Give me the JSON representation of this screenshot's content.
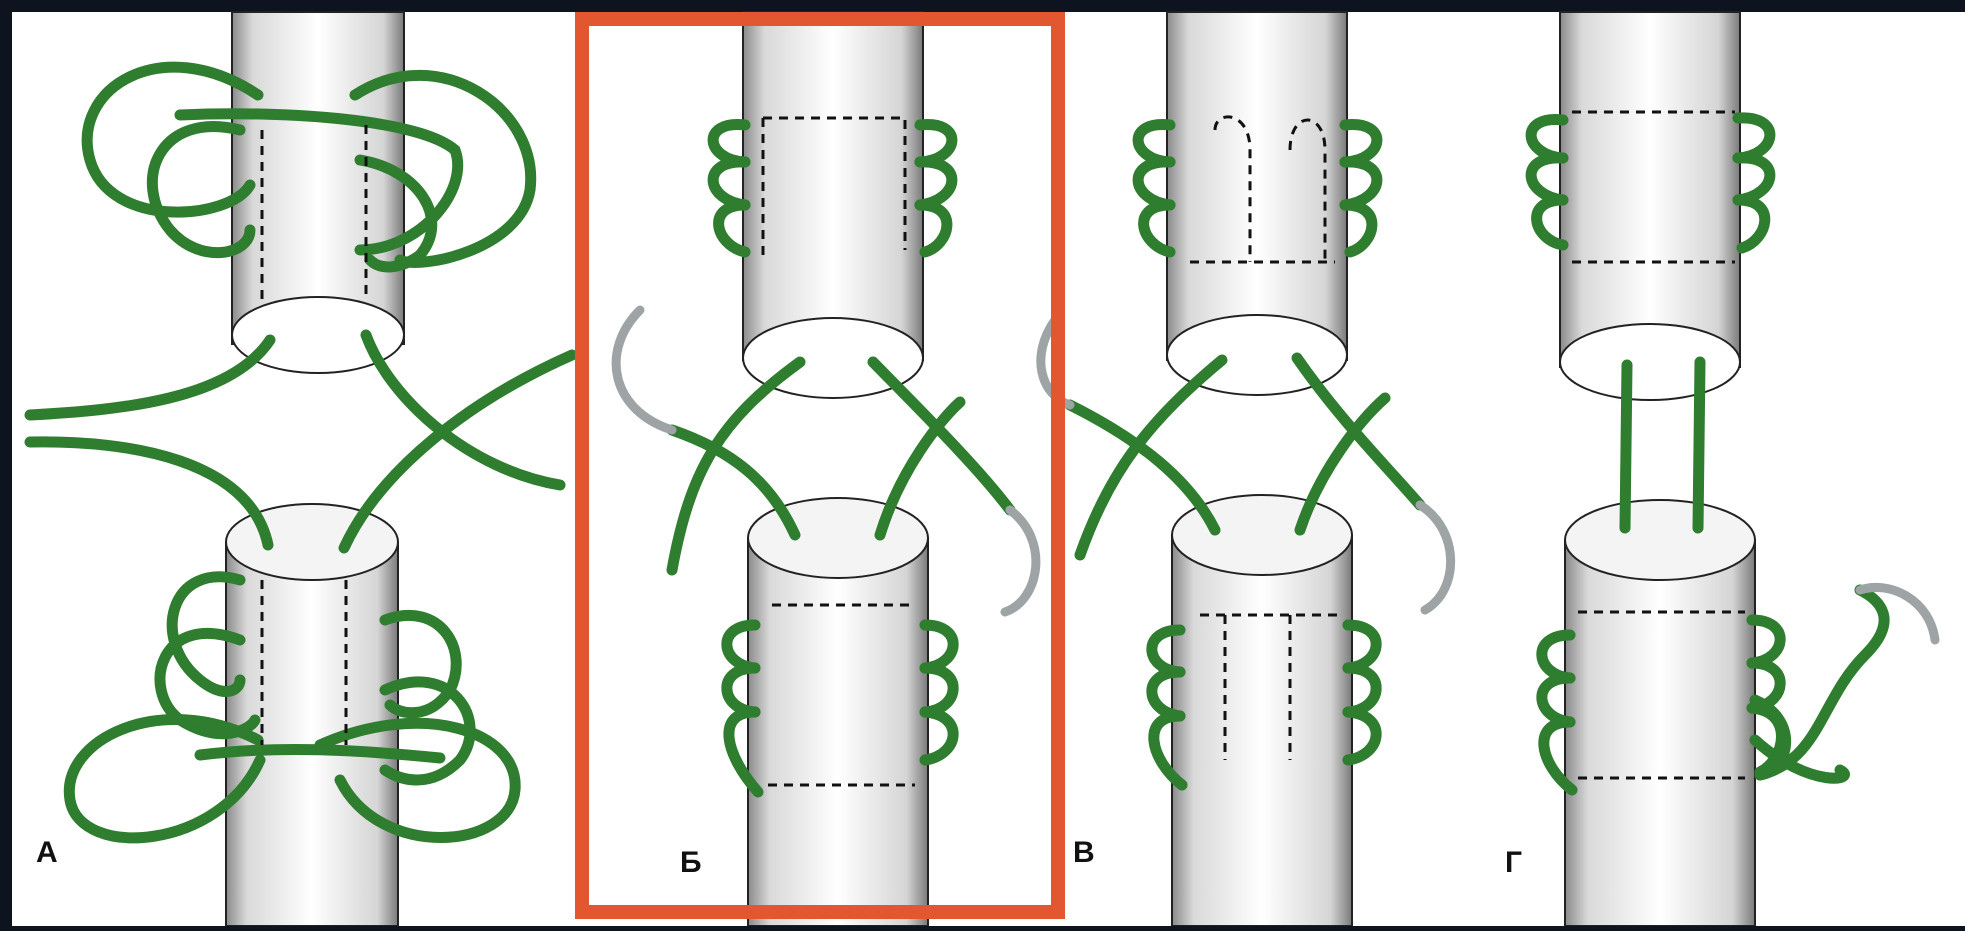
{
  "panels": [
    {
      "id": "a",
      "label": "А"
    },
    {
      "id": "b",
      "label": "Б",
      "highlighted": true
    },
    {
      "id": "v",
      "label": "В"
    },
    {
      "id": "g",
      "label": "Г"
    }
  ],
  "colors": {
    "frame": "#0d1420",
    "background": "#ffffff",
    "suture": "#2f7d2f",
    "suture_dark": "#15461a",
    "highlight": "#e2572f",
    "needle": "#9ea3a6"
  }
}
